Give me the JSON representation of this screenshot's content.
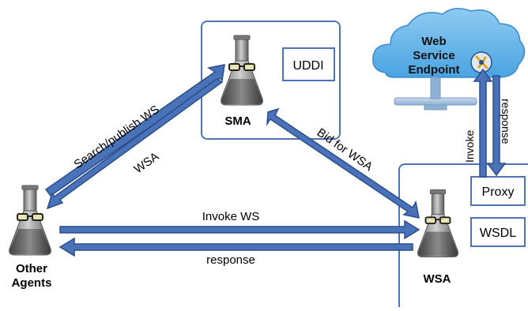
{
  "nodes": {
    "sma": {
      "label": "SMA"
    },
    "wsa": {
      "label": "WSA"
    },
    "other_agents": {
      "label_line1": "Other",
      "label_line2": "Agents"
    }
  },
  "boxes": {
    "uddi": "UDDI",
    "proxy": "Proxy",
    "wsdl": "WSDL"
  },
  "cloud": {
    "line1": "Web",
    "line2": "Service",
    "line3": "Endpoint"
  },
  "edges": {
    "search_publish": "Search/publish WS",
    "wsa_return": "WSA",
    "bid": "Bid for WSA",
    "invoke_ws": "Invoke WS",
    "response": "response",
    "invoke_up": "Invoke",
    "response_down": "response"
  },
  "colors": {
    "arrow_fill": "#4a72b8",
    "arrow_stroke": "#2c4f8c",
    "box_border": "#4f74b5",
    "cloud_fill": "#6db8ec",
    "cloud_stroke": "#3a8ad0"
  }
}
